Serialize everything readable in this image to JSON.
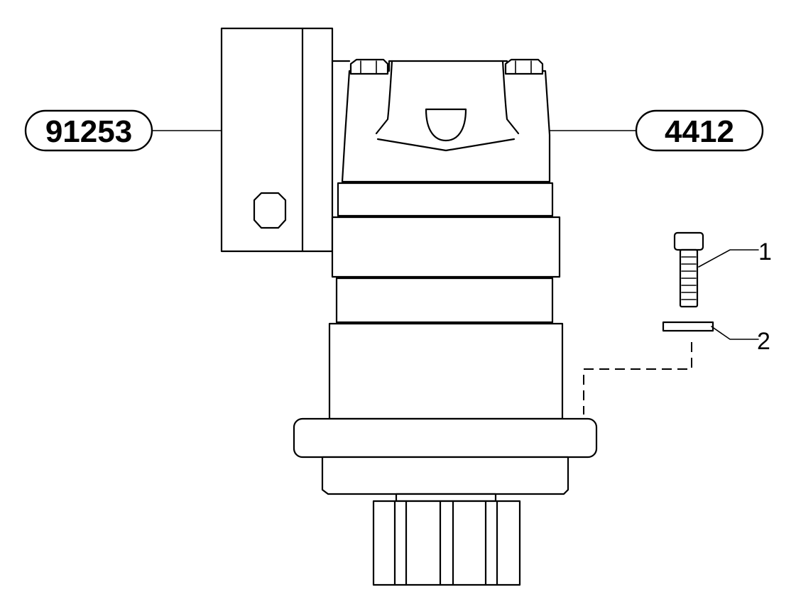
{
  "callouts": {
    "left": "91253",
    "right": "4412"
  },
  "item_numbers": {
    "bolt": "1",
    "washer": "2"
  }
}
